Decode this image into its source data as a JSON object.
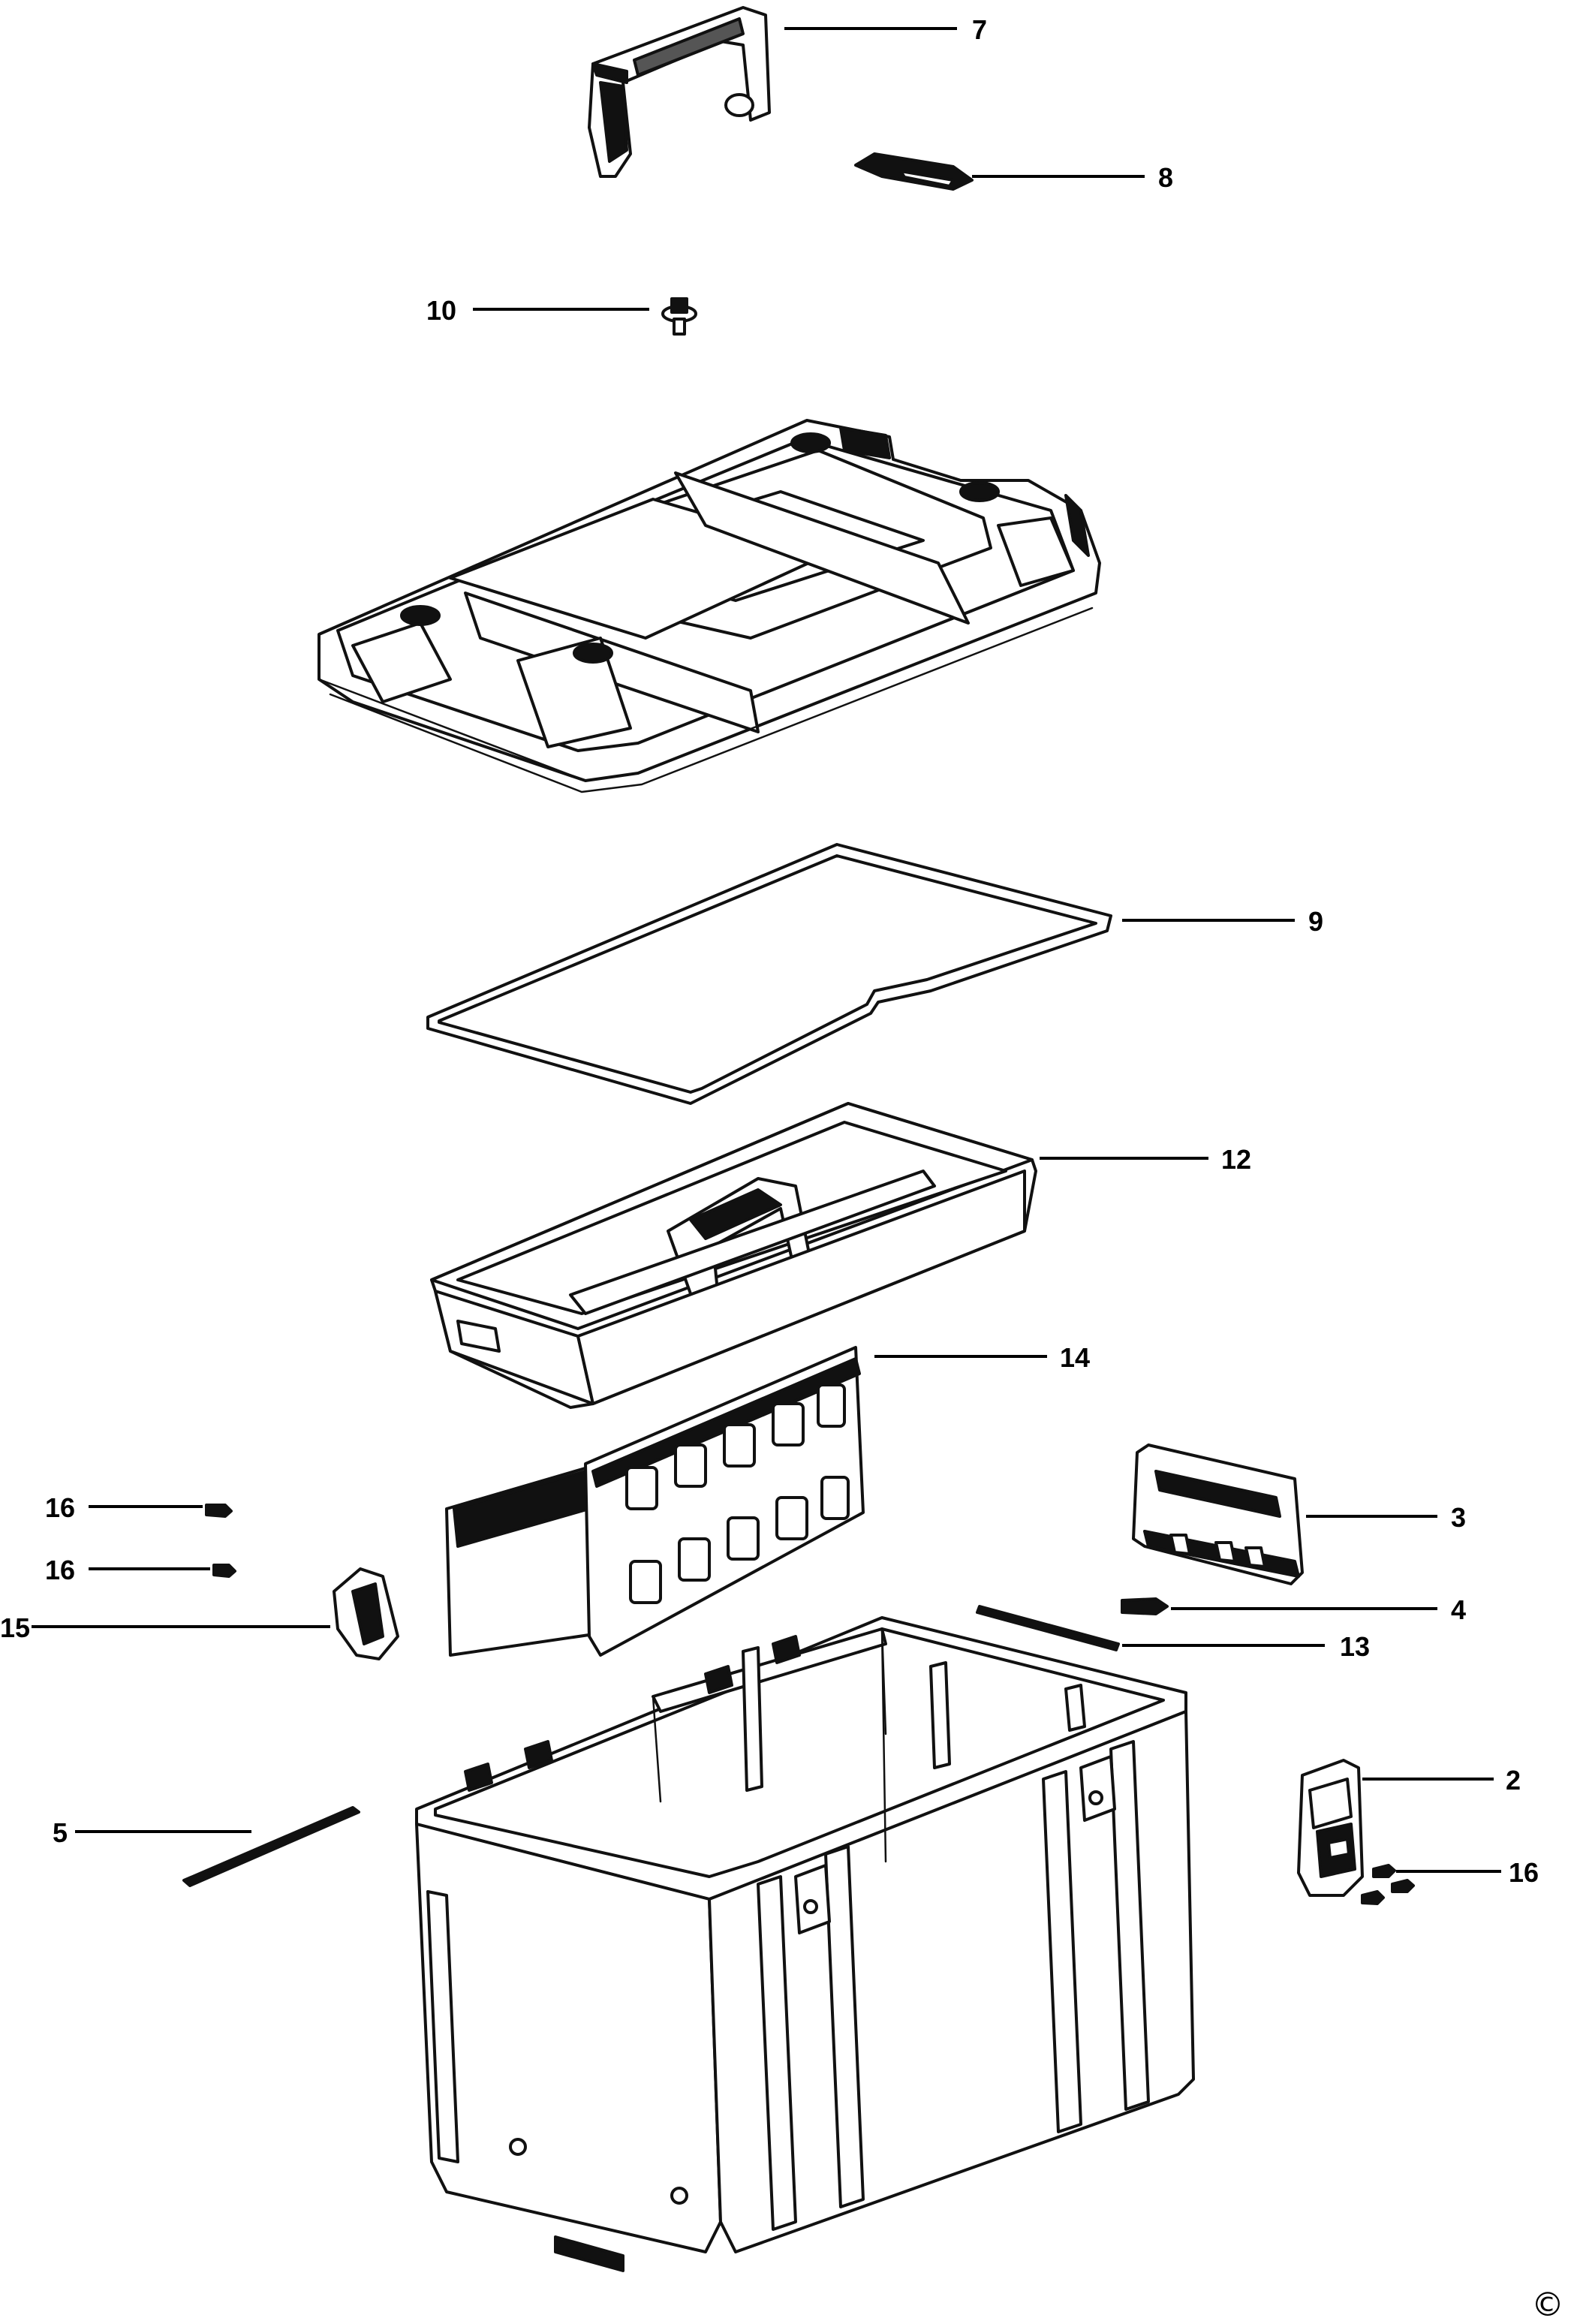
{
  "diagram": {
    "type": "exploded-parts-diagram",
    "copyright_symbol": "©",
    "parts": [
      {
        "id": "part-7",
        "label": "7",
        "icon": "carry-handle"
      },
      {
        "id": "part-8",
        "label": "8",
        "icon": "latch-clip"
      },
      {
        "id": "part-10",
        "label": "10",
        "icon": "push-button"
      },
      {
        "id": "part-lid",
        "label": "",
        "icon": "case-lid"
      },
      {
        "id": "part-9",
        "label": "9",
        "icon": "lid-seal"
      },
      {
        "id": "part-12",
        "label": "12",
        "icon": "tote-tray"
      },
      {
        "id": "part-14",
        "label": "14",
        "icon": "divider-organizer"
      },
      {
        "id": "part-16a",
        "label": "16",
        "icon": "screw"
      },
      {
        "id": "part-16b",
        "label": "16",
        "icon": "screw"
      },
      {
        "id": "part-15",
        "label": "15",
        "icon": "side-clip"
      },
      {
        "id": "part-3",
        "label": "3",
        "icon": "side-handle"
      },
      {
        "id": "part-4",
        "label": "4",
        "icon": "spring-pin"
      },
      {
        "id": "part-13",
        "label": "13",
        "icon": "hinge-rod"
      },
      {
        "id": "part-5",
        "label": "5",
        "icon": "axle-rod"
      },
      {
        "id": "part-2",
        "label": "2",
        "icon": "side-latch"
      },
      {
        "id": "part-16c",
        "label": "16",
        "icon": "screw"
      },
      {
        "id": "part-body",
        "label": "",
        "icon": "case-body"
      }
    ]
  }
}
